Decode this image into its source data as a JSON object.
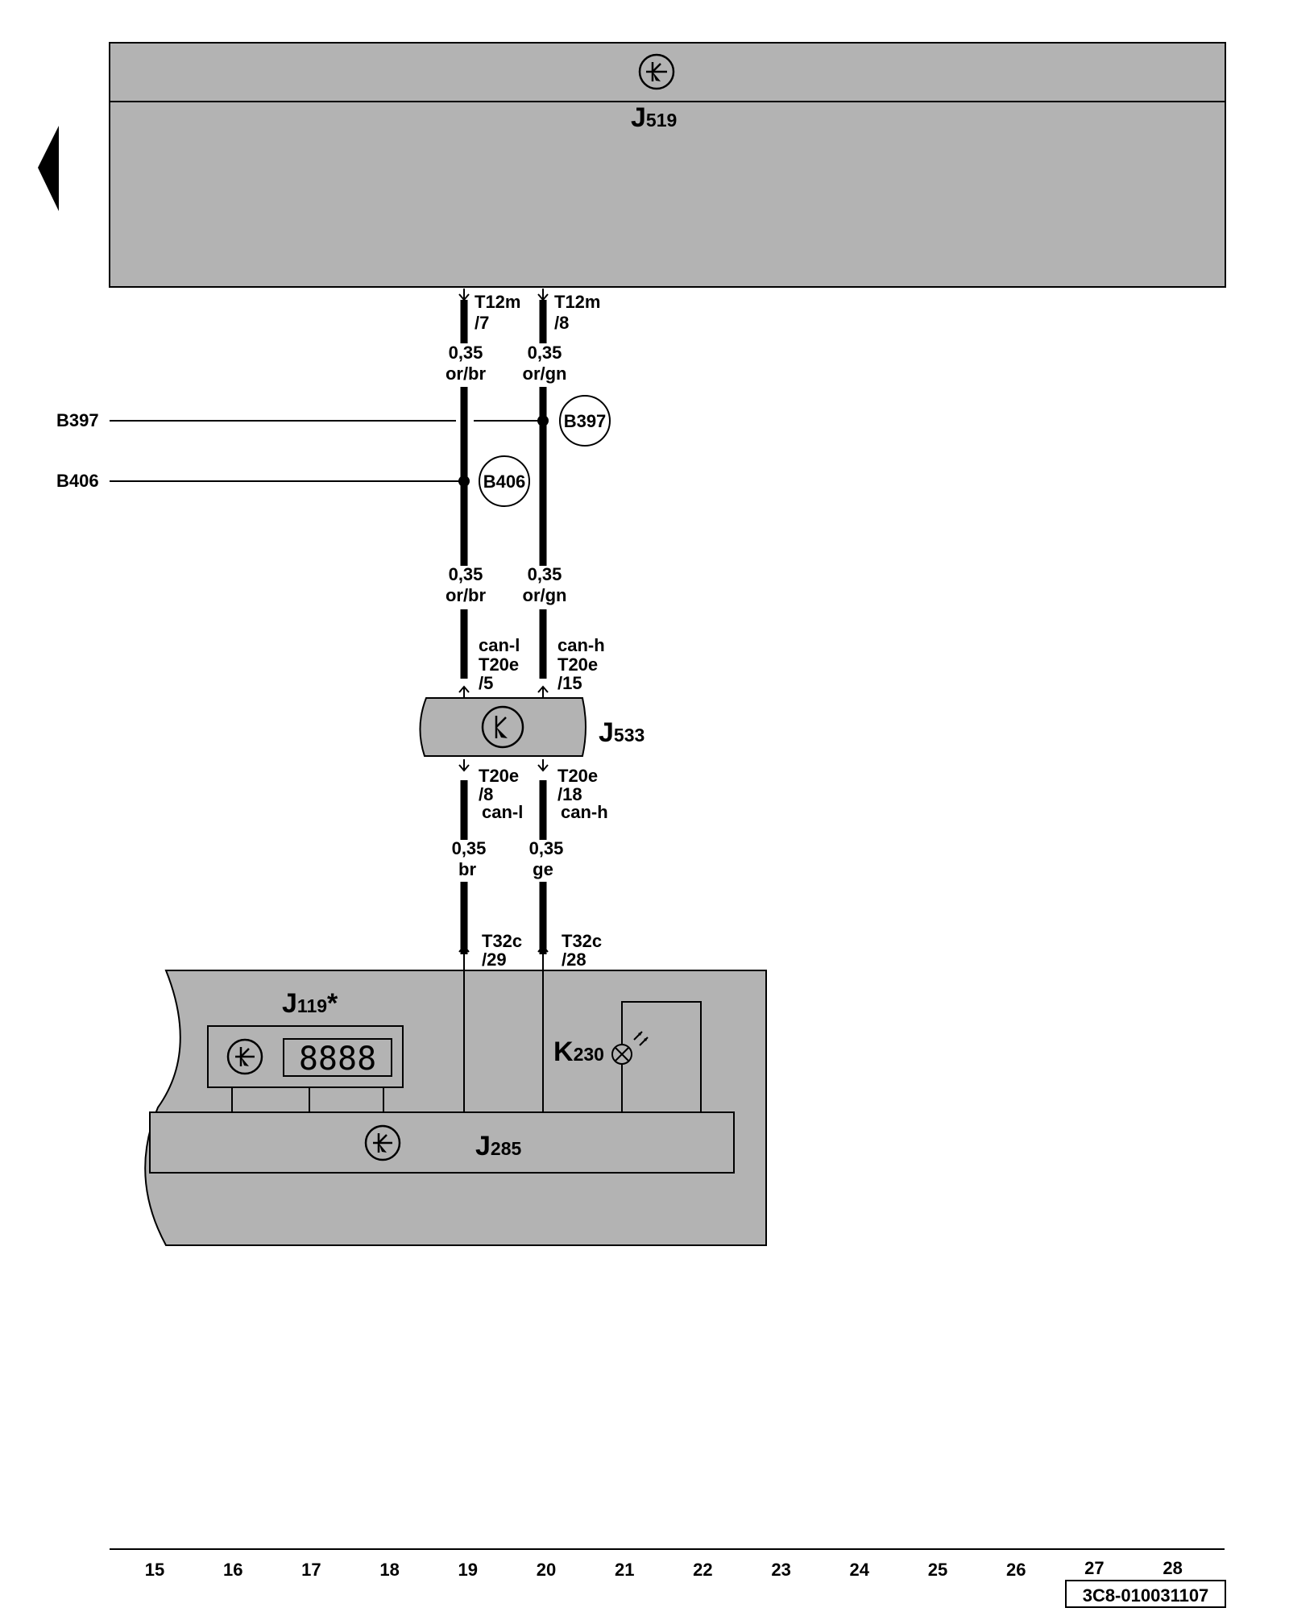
{
  "components": {
    "j519": {
      "letter": "J",
      "sub": "519"
    },
    "j533": {
      "letter": "J",
      "sub": "533"
    },
    "j119": {
      "letter": "J",
      "sub": "119",
      "suffix": "*",
      "display": "8888"
    },
    "j285": {
      "letter": "J",
      "sub": "285"
    },
    "k230": {
      "letter": "K",
      "sub": "230"
    }
  },
  "branches": {
    "b397_left": "B397",
    "b397_circle": "B397",
    "b406_left": "B406",
    "b406_circle": "B406"
  },
  "wire_left": {
    "top_pin_a": "T12m",
    "top_pin_b": "/7",
    "size1": "0,35",
    "color1": "or/br",
    "size2": "0,35",
    "color2": "or/br",
    "sig_in": "can-l",
    "pin_in_a": "T20e",
    "pin_in_b": "/5",
    "pin_out_a": "T20e",
    "pin_out_b": "/8",
    "sig_out": "can-l",
    "size3": "0,35",
    "color3": "br",
    "bottom_pin_a": "T32c",
    "bottom_pin_b": "/29"
  },
  "wire_right": {
    "top_pin_a": "T12m",
    "top_pin_b": "/8",
    "size1": "0,35",
    "color1": "or/gn",
    "size2": "0,35",
    "color2": "or/gn",
    "sig_in": "can-h",
    "pin_in_a": "T20e",
    "pin_in_b": "/15",
    "pin_out_a": "T20e",
    "pin_out_b": "/18",
    "sig_out": "can-h",
    "size3": "0,35",
    "color3": "ge",
    "bottom_pin_a": "T32c",
    "bottom_pin_b": "/28"
  },
  "columns": [
    "15",
    "16",
    "17",
    "18",
    "19",
    "20",
    "21",
    "22",
    "23",
    "24",
    "25",
    "26",
    "27",
    "28"
  ],
  "reference": "3C8-010031107",
  "colors": {
    "fill": "#b3b3b3",
    "line": "#000000"
  }
}
